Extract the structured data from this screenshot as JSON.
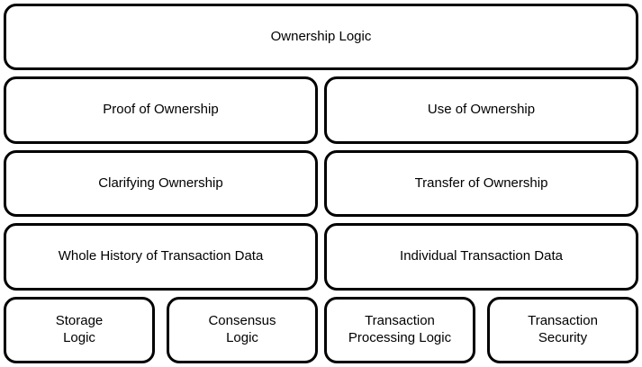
{
  "diagram": {
    "title": "Ownership Logic hierarchy diagram",
    "colors": {
      "border": "#000000",
      "background": "#ffffff",
      "text": "#000000"
    },
    "boxes": {
      "ownership_logic": "Ownership Logic",
      "proof_of_ownership": "Proof of Ownership",
      "use_of_ownership": "Use of Ownership",
      "clarifying_ownership": "Clarifying Ownership",
      "transfer_of_ownership": "Transfer of Ownership",
      "whole_history_of_transaction_data": "Whole History of Transaction Data",
      "individual_transaction_data": "Individual Transaction Data",
      "storage_logic": "Storage\nLogic",
      "consensus_logic": "Consensus\nLogic",
      "transaction_processing_logic": "Transaction\nProcessing Logic",
      "transaction_security": "Transaction\nSecurity"
    }
  }
}
